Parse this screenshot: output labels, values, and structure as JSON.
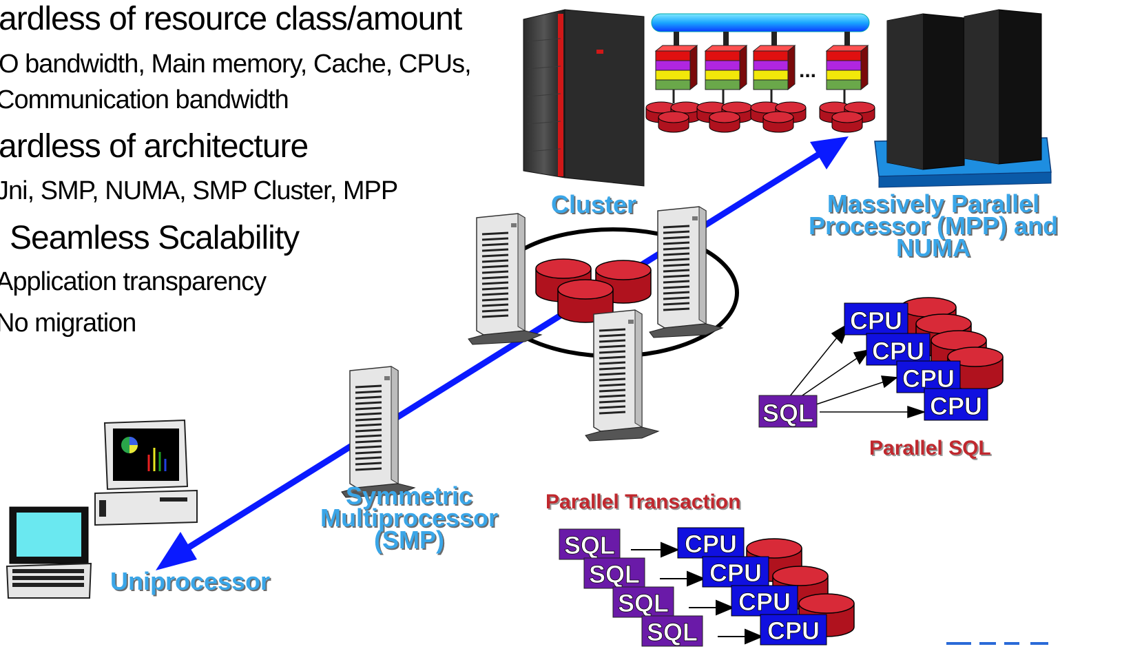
{
  "bullets": [
    {
      "text": "ardless of resource class/amount",
      "level": 1
    },
    {
      "text": "O bandwidth, Main memory, Cache, CPUs,",
      "level": 2
    },
    {
      "text": "Communication bandwidth",
      "level": 2
    },
    {
      "text": "ardless of architecture",
      "level": 1
    },
    {
      "text": "Jni, SMP, NUMA, SMP Cluster, MPP",
      "level": 2
    },
    {
      "text": "Seamless Scalability",
      "level": 1
    },
    {
      "text": "Application transparency",
      "level": 2
    },
    {
      "text": "No migration",
      "level": 2
    }
  ],
  "labels": {
    "cluster": "Cluster",
    "mpp_line1": "Massively Parallel",
    "mpp_line2": "Processor (MPP) and",
    "mpp_line3": "NUMA",
    "smp_line1": "Symmetric",
    "smp_line2": "Multiprocessor",
    "smp_line3": "(SMP)",
    "uniprocessor": "Uniprocessor",
    "parallel_sql": "Parallel SQL",
    "parallel_transaction": "Parallel Transaction",
    "ellipsis": "..."
  },
  "parallel_sql": {
    "sql": "SQL",
    "cpus": [
      "CPU",
      "CPU",
      "CPU",
      "CPU"
    ]
  },
  "parallel_transaction": {
    "sqls": [
      "SQL",
      "SQL",
      "SQL",
      "SQL"
    ],
    "cpus": [
      "CPU",
      "CPU",
      "CPU",
      "CPU"
    ]
  },
  "colors": {
    "arrow": "#0a1aff",
    "cpu_box": "#1010e0",
    "sql_box": "#6a1aa8",
    "disk": "#c81c2a",
    "mpp_base": "#1e8ee0",
    "label_blue": "#3aa6e8",
    "label_red": "#c0282e"
  }
}
